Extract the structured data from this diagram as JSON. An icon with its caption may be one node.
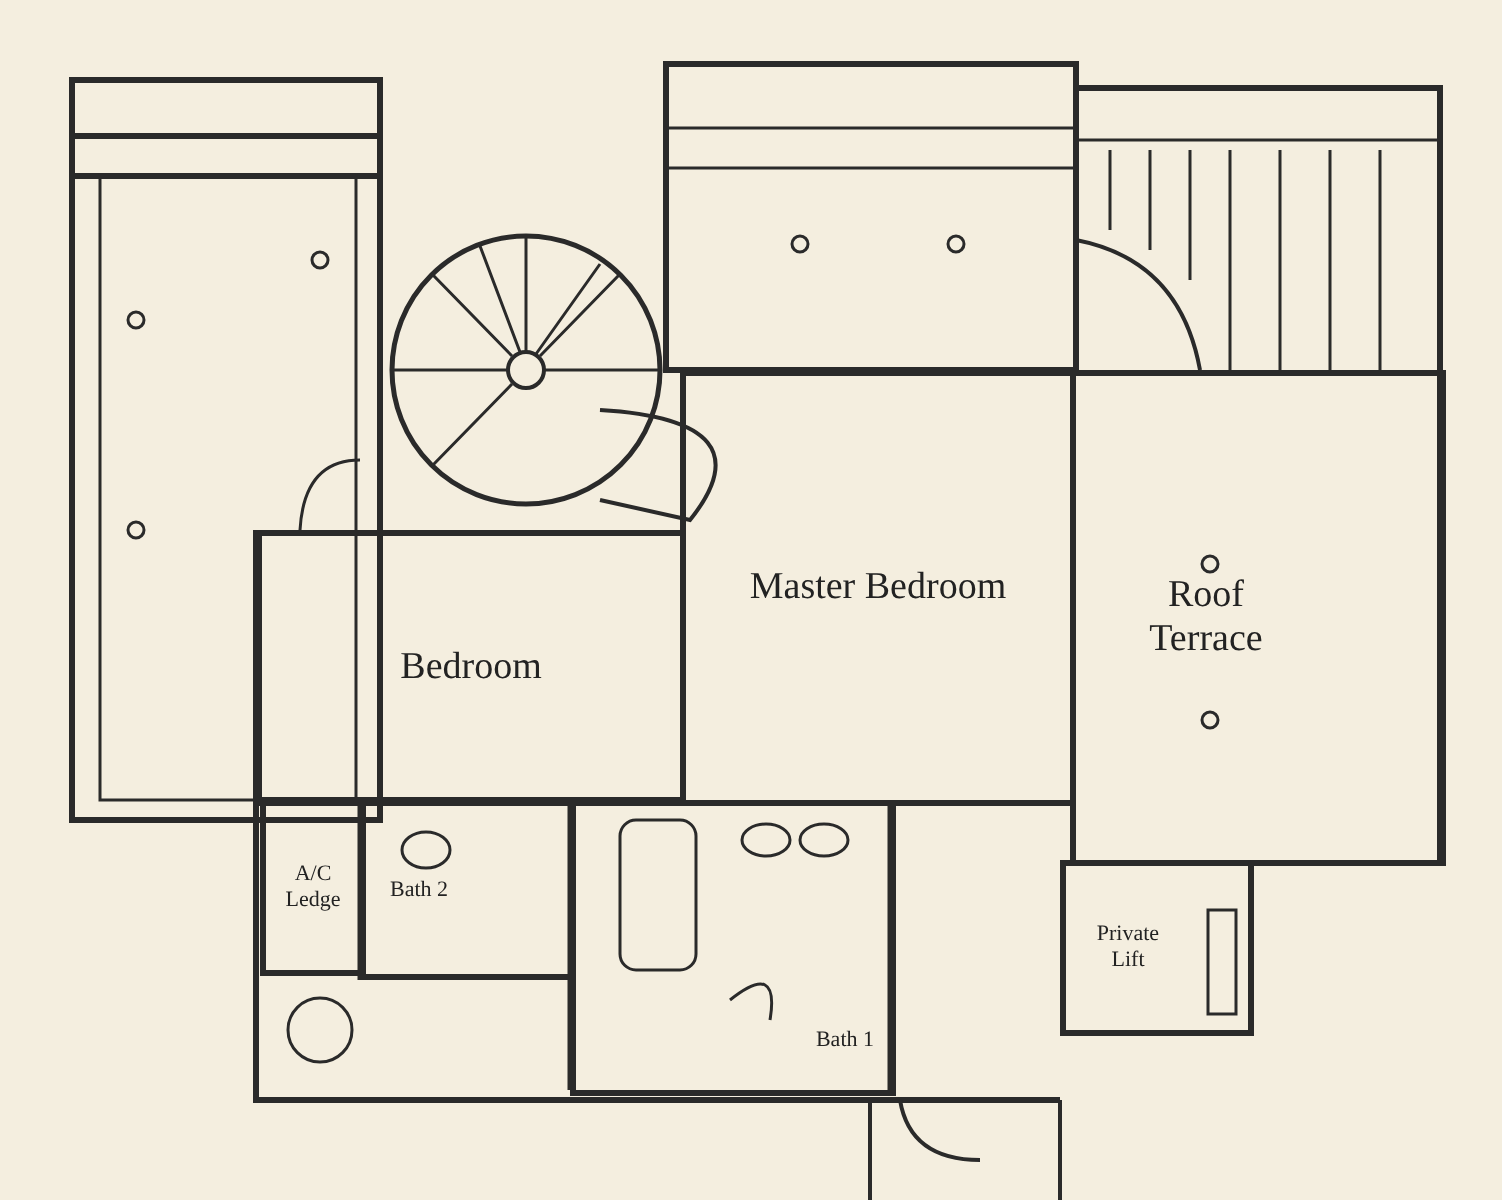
{
  "diagram": {
    "nodes": [
      {
        "text": [
          "Bedroom"
        ]
      },
      {
        "text": [
          "Master Bedroom"
        ]
      },
      {
        "text": [
          "Roof Terrace"
        ]
      },
      {
        "text": [
          "A/C Ledge"
        ]
      },
      {
        "text": [
          "Bath 2"
        ]
      },
      {
        "text": [
          "Private Lift"
        ]
      },
      {
        "text": [
          "Bath 1"
        ]
      }
    ]
  }
}
